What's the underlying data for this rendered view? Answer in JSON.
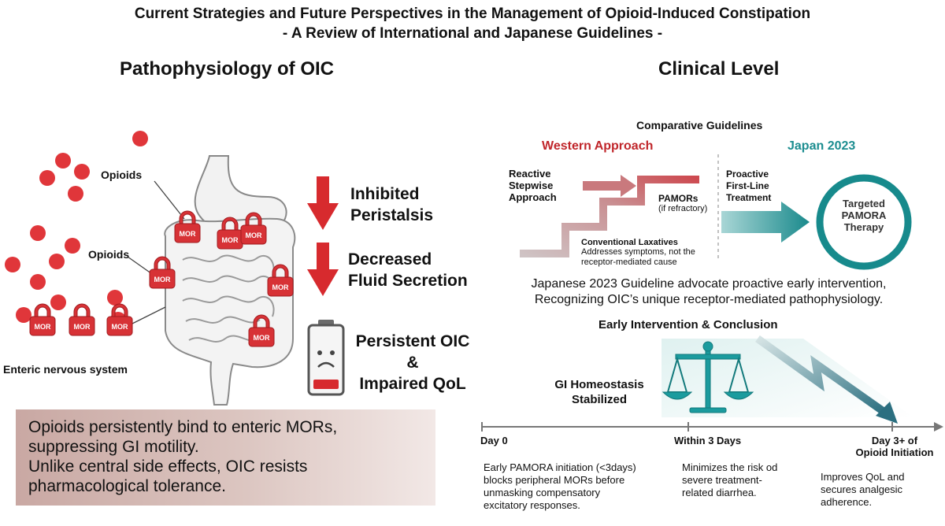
{
  "title": {
    "line1": "Current Strategies and Future Perspectives in the Management of Opioid-Induced Constipation",
    "line2": "- A Review of International and Japanese Guidelines -"
  },
  "left": {
    "heading": "Pathophysiology of OIC",
    "labels": {
      "opioids_top": "Opioids",
      "opioids_mid": "Opioids",
      "enteric": "Enteric nervous system",
      "mor": "MOR"
    },
    "effects": {
      "inhibited": [
        "Inhibited",
        "Peristalsis"
      ],
      "decreased": [
        "Decreased",
        "Fluid Secretion"
      ],
      "persistent": [
        "Persistent OIC",
        "&",
        "Impaired QoL"
      ]
    },
    "summary": [
      "Opioids persistently bind to enteric MORs,",
      "suppressing GI motility.",
      "Unlike central side effects, OIC resists",
      "pharmacological tolerance."
    ]
  },
  "right": {
    "heading": "Clinical Level",
    "comparative": {
      "title": "Comparative Guidelines",
      "western": "Western Approach",
      "japan": "Japan 2023",
      "reactive": [
        "Reactive",
        "Stepwise",
        "Approach"
      ],
      "pamors": "PAMORs",
      "pamors_note": "(if refractory)",
      "laxatives": "Conventional Laxatives",
      "laxatives_note": [
        "Addresses symptoms, not the",
        "receptor-mediated cause"
      ],
      "proactive": [
        "Proactive",
        "First-Line",
        "Treatment"
      ],
      "targeted": [
        "Targeted",
        "PAMORA",
        "Therapy"
      ]
    },
    "statement": [
      "Japanese 2023 Guideline advocate proactive early intervention,",
      "Recognizing OIC’s unique receptor-mediated pathophysiology."
    ],
    "early": {
      "title": "Early Intervention & Conclusion",
      "homeostasis": [
        "GI Homeostasis",
        "Stabilized"
      ],
      "day0": "Day 0",
      "within3": "Within 3 Days",
      "day3": [
        "Day 3+ of",
        "Opioid Initiation"
      ],
      "desc1": [
        "Early PAMORA initiation (<3days)",
        "blocks peripheral MORs before",
        "unmasking compensatory",
        "excitatory responses."
      ],
      "desc2": [
        "Minimizes the risk od",
        "severe treatment-",
        "related diarrhea."
      ],
      "desc3": [
        "Improves QoL and",
        "secures analgesic",
        "adherence."
      ]
    }
  },
  "colors": {
    "red": "#d72a2e",
    "teal": "#1a8a8c",
    "western": "#c0262b",
    "japan": "#1c8d90"
  }
}
